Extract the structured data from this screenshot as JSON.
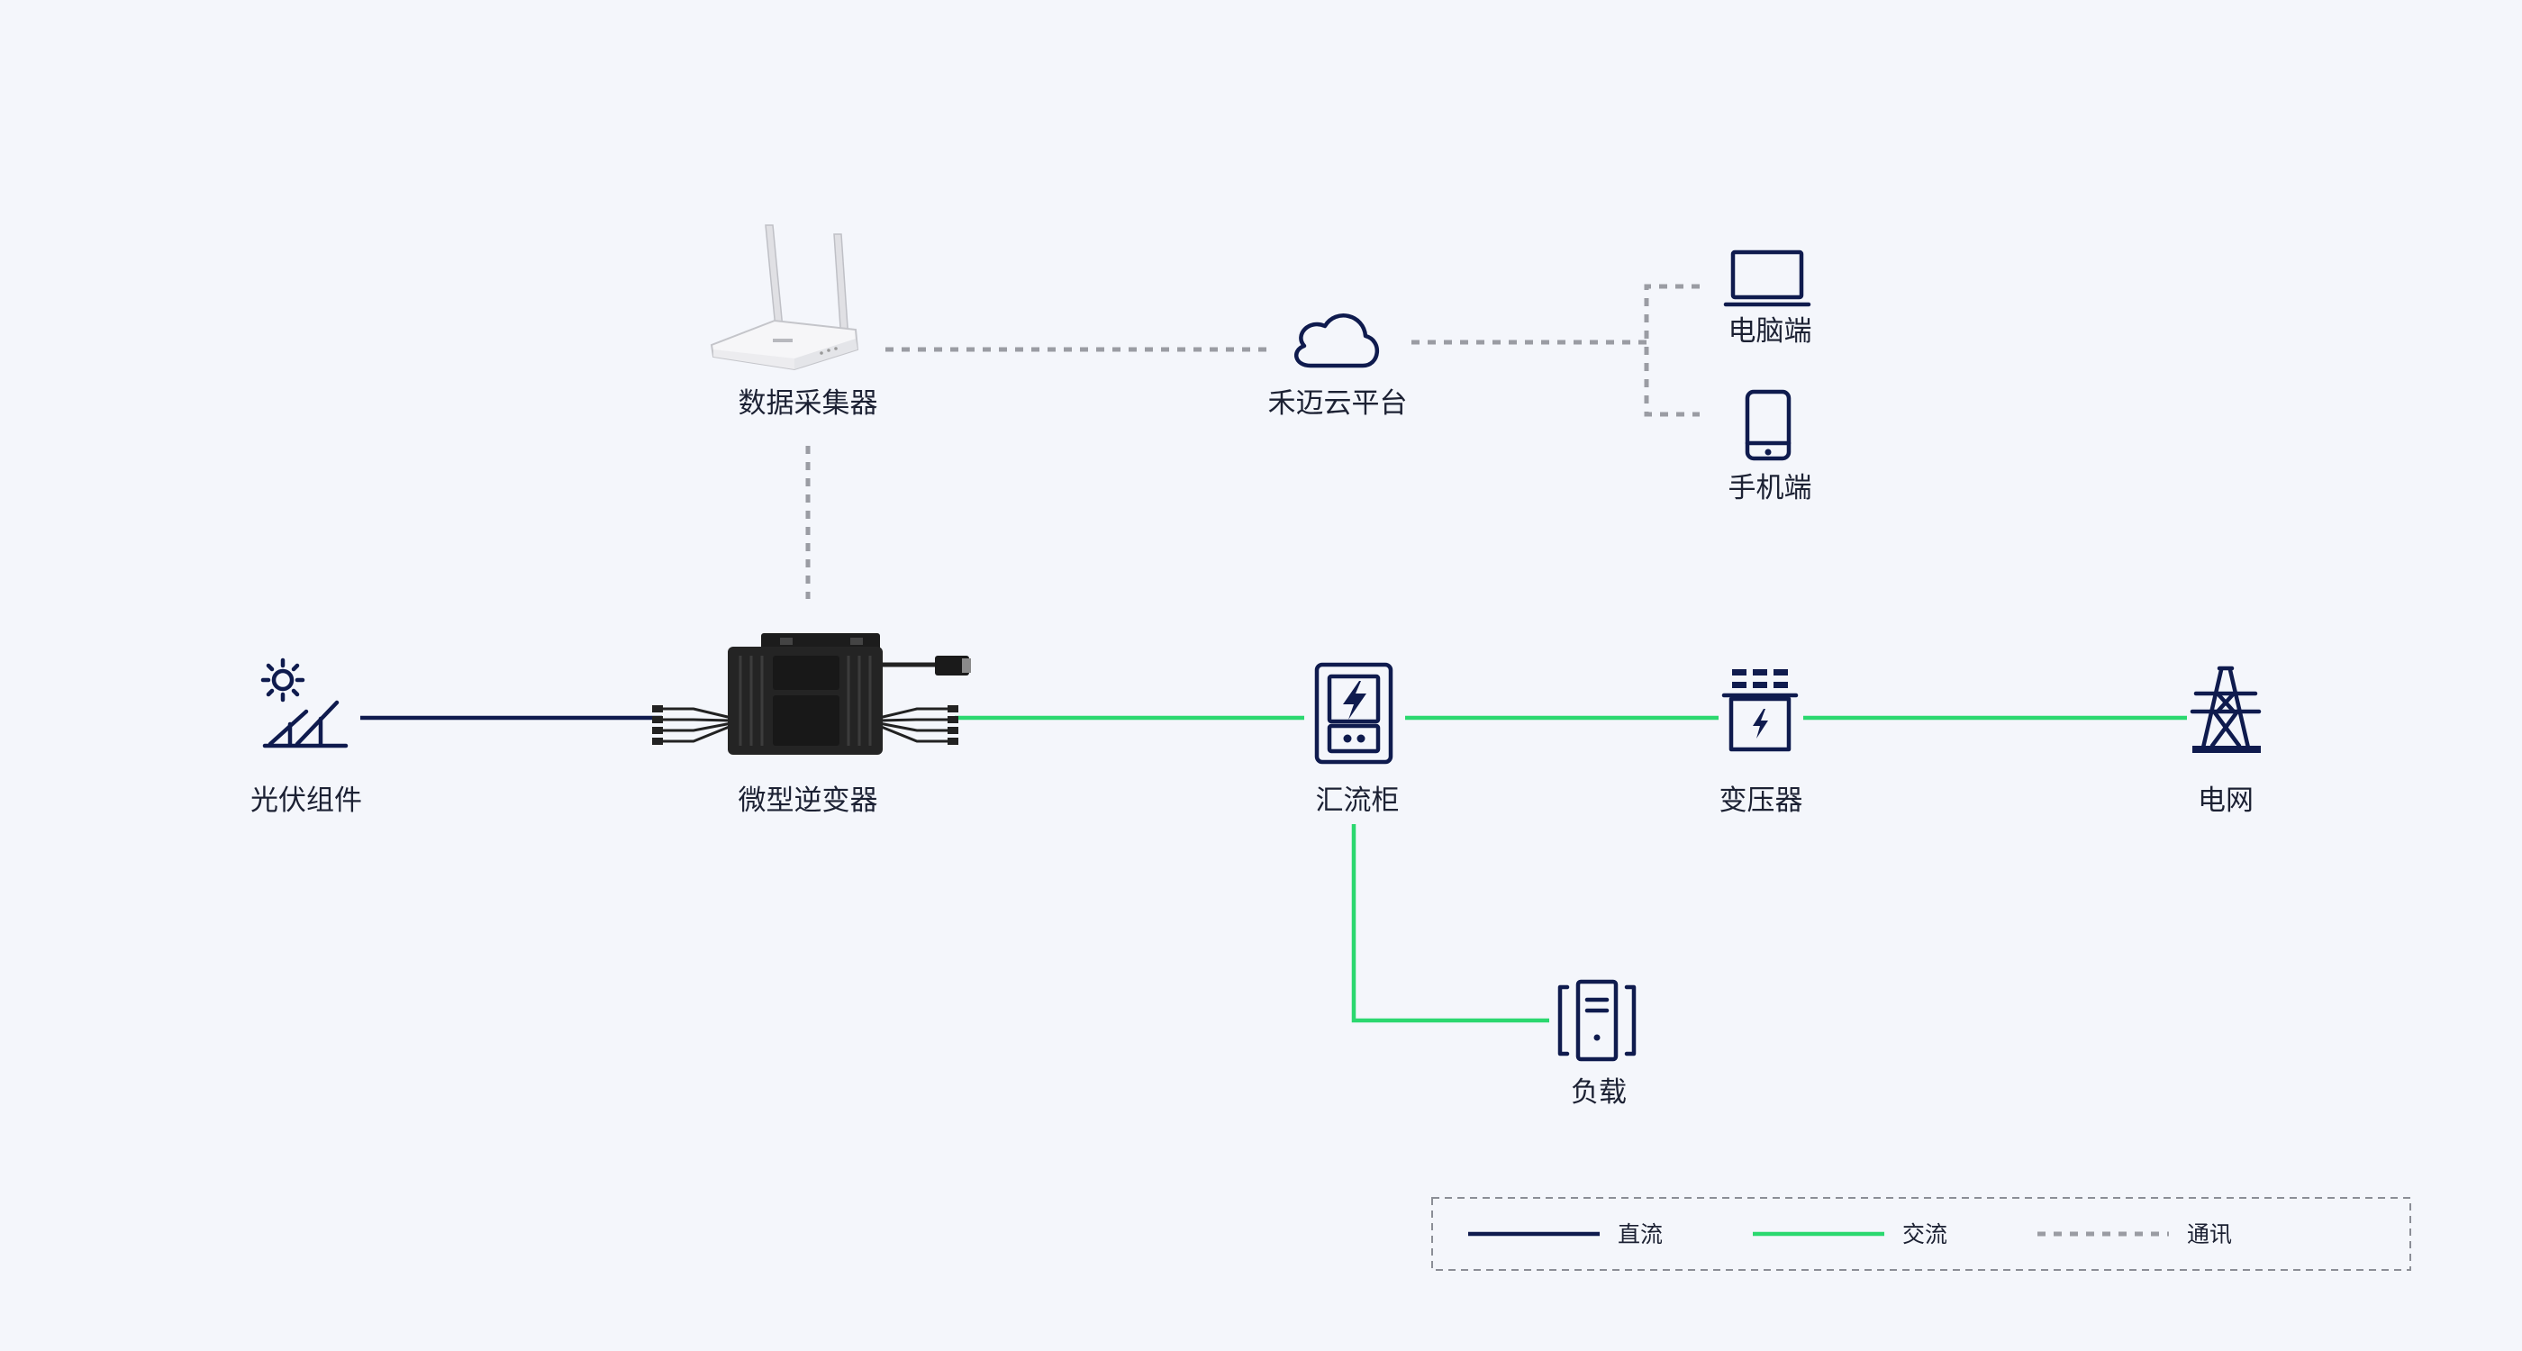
{
  "nodes": {
    "pv": "光伏组件",
    "inverter": "微型逆变器",
    "collector": "数据采集器",
    "cloud": "禾迈云平台",
    "pc": "电脑端",
    "mobile": "手机端",
    "cabinet": "汇流柜",
    "transformer": "变压器",
    "grid": "电网",
    "load": "负载"
  },
  "legend": {
    "dc": "直流",
    "ac": "交流",
    "comm": "通讯"
  },
  "colors": {
    "dc": "#0f1b4e",
    "ac": "#2bd86f",
    "comm": "#9a9ca3",
    "background": "#f4f6fb"
  },
  "icons": [
    "solar-panel-icon",
    "micro-inverter-icon",
    "wifi-router-icon",
    "cloud-icon",
    "laptop-icon",
    "mobile-phone-icon",
    "combiner-cabinet-icon",
    "transformer-icon",
    "power-tower-icon",
    "load-cabinet-icon"
  ]
}
